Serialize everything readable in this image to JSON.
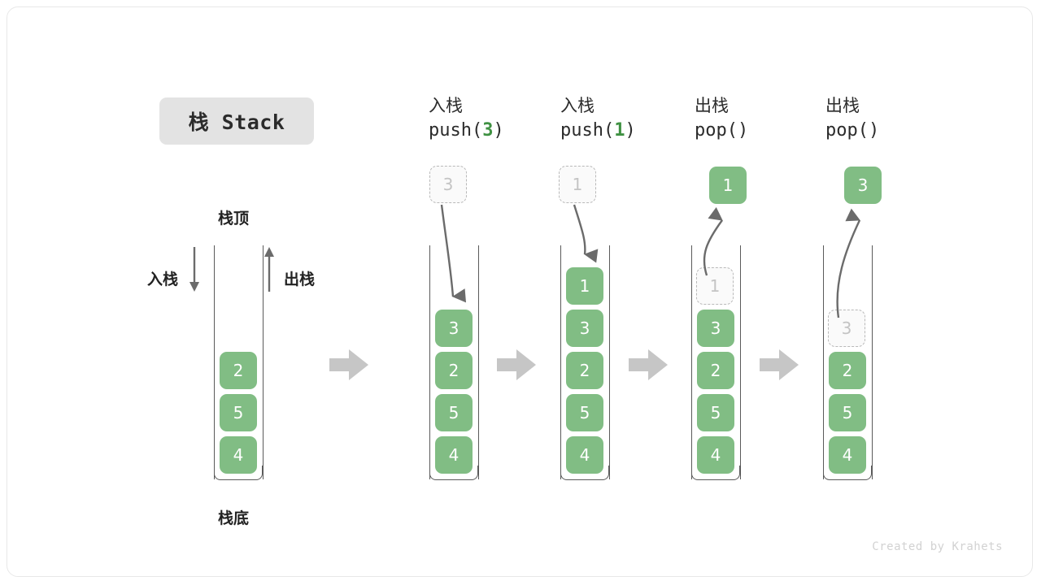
{
  "title": {
    "text": "栈 Stack"
  },
  "labels": {
    "top": "栈顶",
    "bottom": "栈底",
    "push_side": "入栈",
    "pop_side": "出栈"
  },
  "footer": {
    "credit": "Created by Krahets"
  },
  "colors": {
    "element_green": "#81bd84",
    "code_accent_green": "#3f9142",
    "ghost_border": "#b9b9b9",
    "ghost_text": "#c4c4c4",
    "frame_stroke": "#5a5a5a",
    "flow_arrow": "#c6c6c6",
    "title_chip_bg": "#e3e3e3",
    "footer_text": "#d2d2d2"
  },
  "steps": [
    {
      "id": "initial",
      "header_cn": "",
      "header_code": "",
      "header_code_arg": "",
      "stack": [
        "2",
        "5",
        "4"
      ],
      "floating": null,
      "ghost_in_stack": null
    },
    {
      "id": "push-3",
      "header_cn": "入栈",
      "header_code_prefix": "push(",
      "header_code_arg": "3",
      "header_code_suffix": ")",
      "stack": [
        "3",
        "2",
        "5",
        "4"
      ],
      "floating": {
        "value": "3",
        "style": "ghost"
      },
      "ghost_in_stack": null
    },
    {
      "id": "push-1",
      "header_cn": "入栈",
      "header_code_prefix": "push(",
      "header_code_arg": "1",
      "header_code_suffix": ")",
      "stack": [
        "1",
        "3",
        "2",
        "5",
        "4"
      ],
      "floating": {
        "value": "1",
        "style": "ghost"
      },
      "ghost_in_stack": null
    },
    {
      "id": "pop-1",
      "header_cn": "出栈",
      "header_code_prefix": "pop(",
      "header_code_arg": "",
      "header_code_suffix": ")",
      "stack": [
        "3",
        "2",
        "5",
        "4"
      ],
      "floating": {
        "value": "1",
        "style": "filled"
      },
      "ghost_in_stack": {
        "value": "1"
      }
    },
    {
      "id": "pop-3",
      "header_cn": "出栈",
      "header_code_prefix": "pop(",
      "header_code_arg": "",
      "header_code_suffix": ")",
      "stack": [
        "2",
        "5",
        "4"
      ],
      "floating": {
        "value": "3",
        "style": "filled"
      },
      "ghost_in_stack": {
        "value": "3"
      }
    }
  ]
}
